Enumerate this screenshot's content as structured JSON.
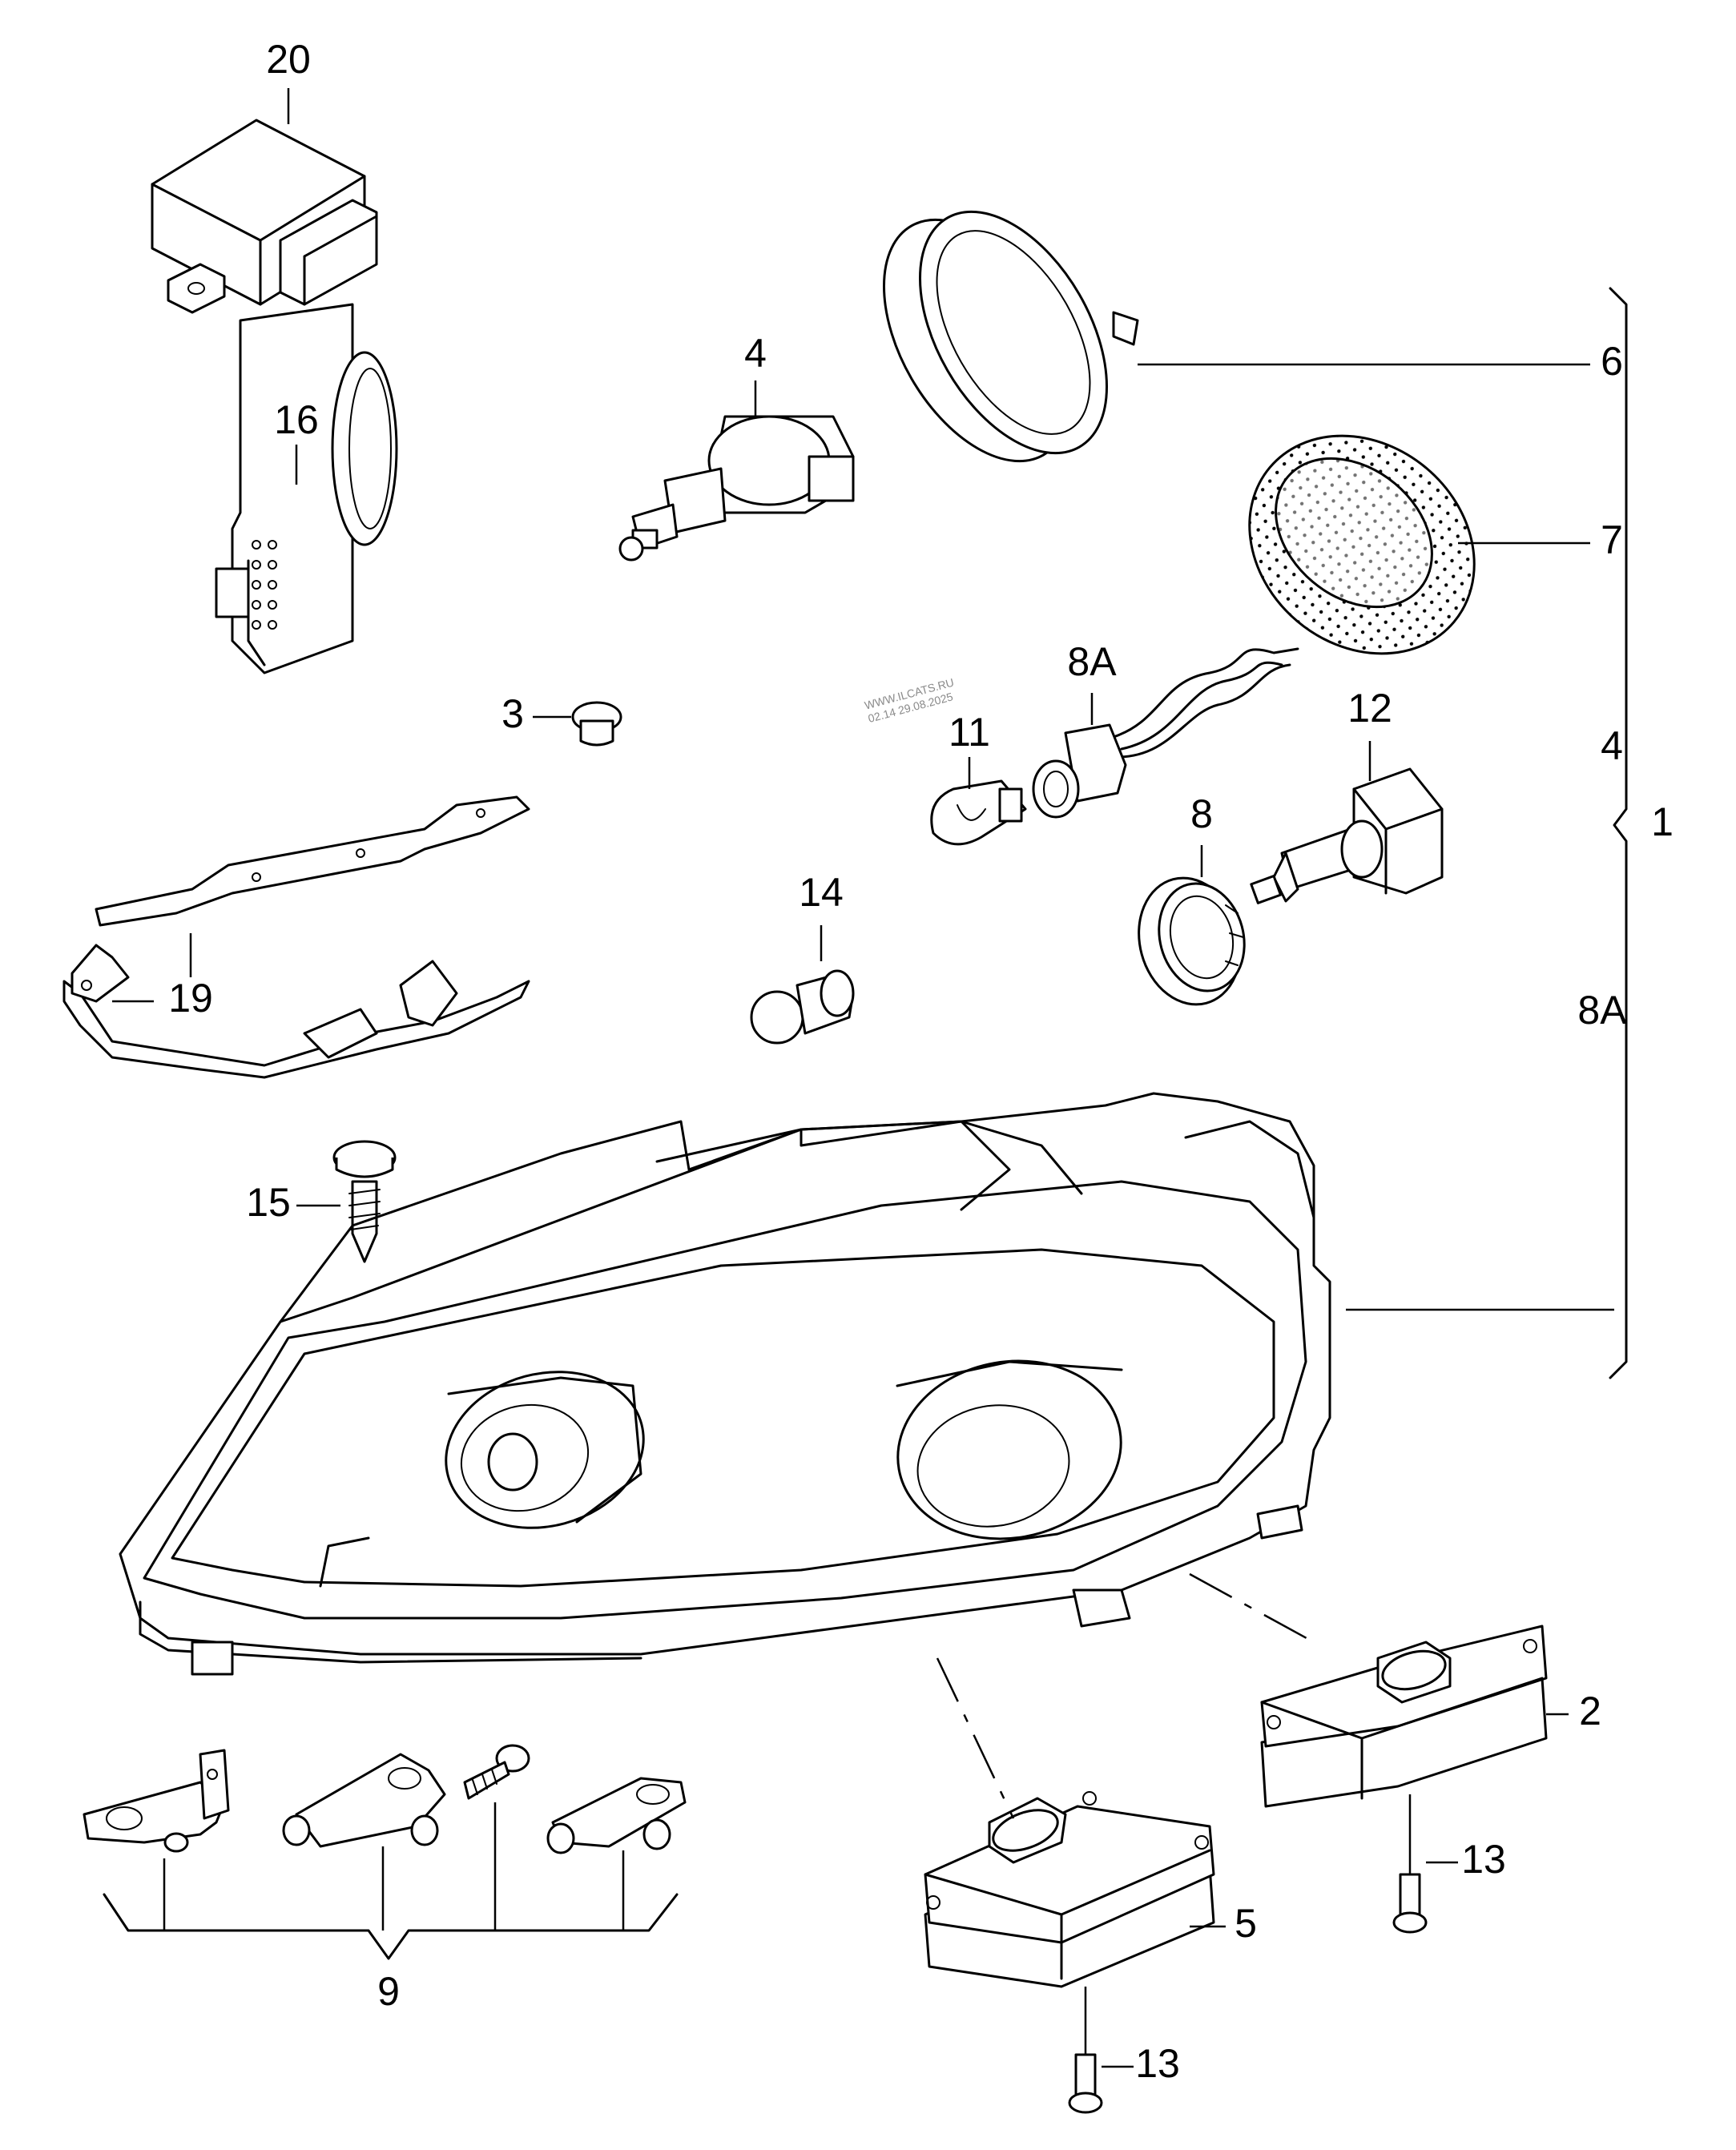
{
  "watermark": {
    "line1": "WWW.ILCATS.RU",
    "line2": "02.14 29.08.2025"
  },
  "callouts": {
    "p20": "20",
    "p16": "16",
    "p4a": "4",
    "p3": "3",
    "p19": "19",
    "p15": "15",
    "p6": "6",
    "p7": "7",
    "p4b": "4",
    "p1": "1",
    "p8A_wire": "8A",
    "p8A_side": "8A",
    "p11": "11",
    "p12": "12",
    "p8": "8",
    "p14": "14",
    "p2": "2",
    "p13a": "13",
    "p5": "5",
    "p13b": "13",
    "p9": "9"
  }
}
